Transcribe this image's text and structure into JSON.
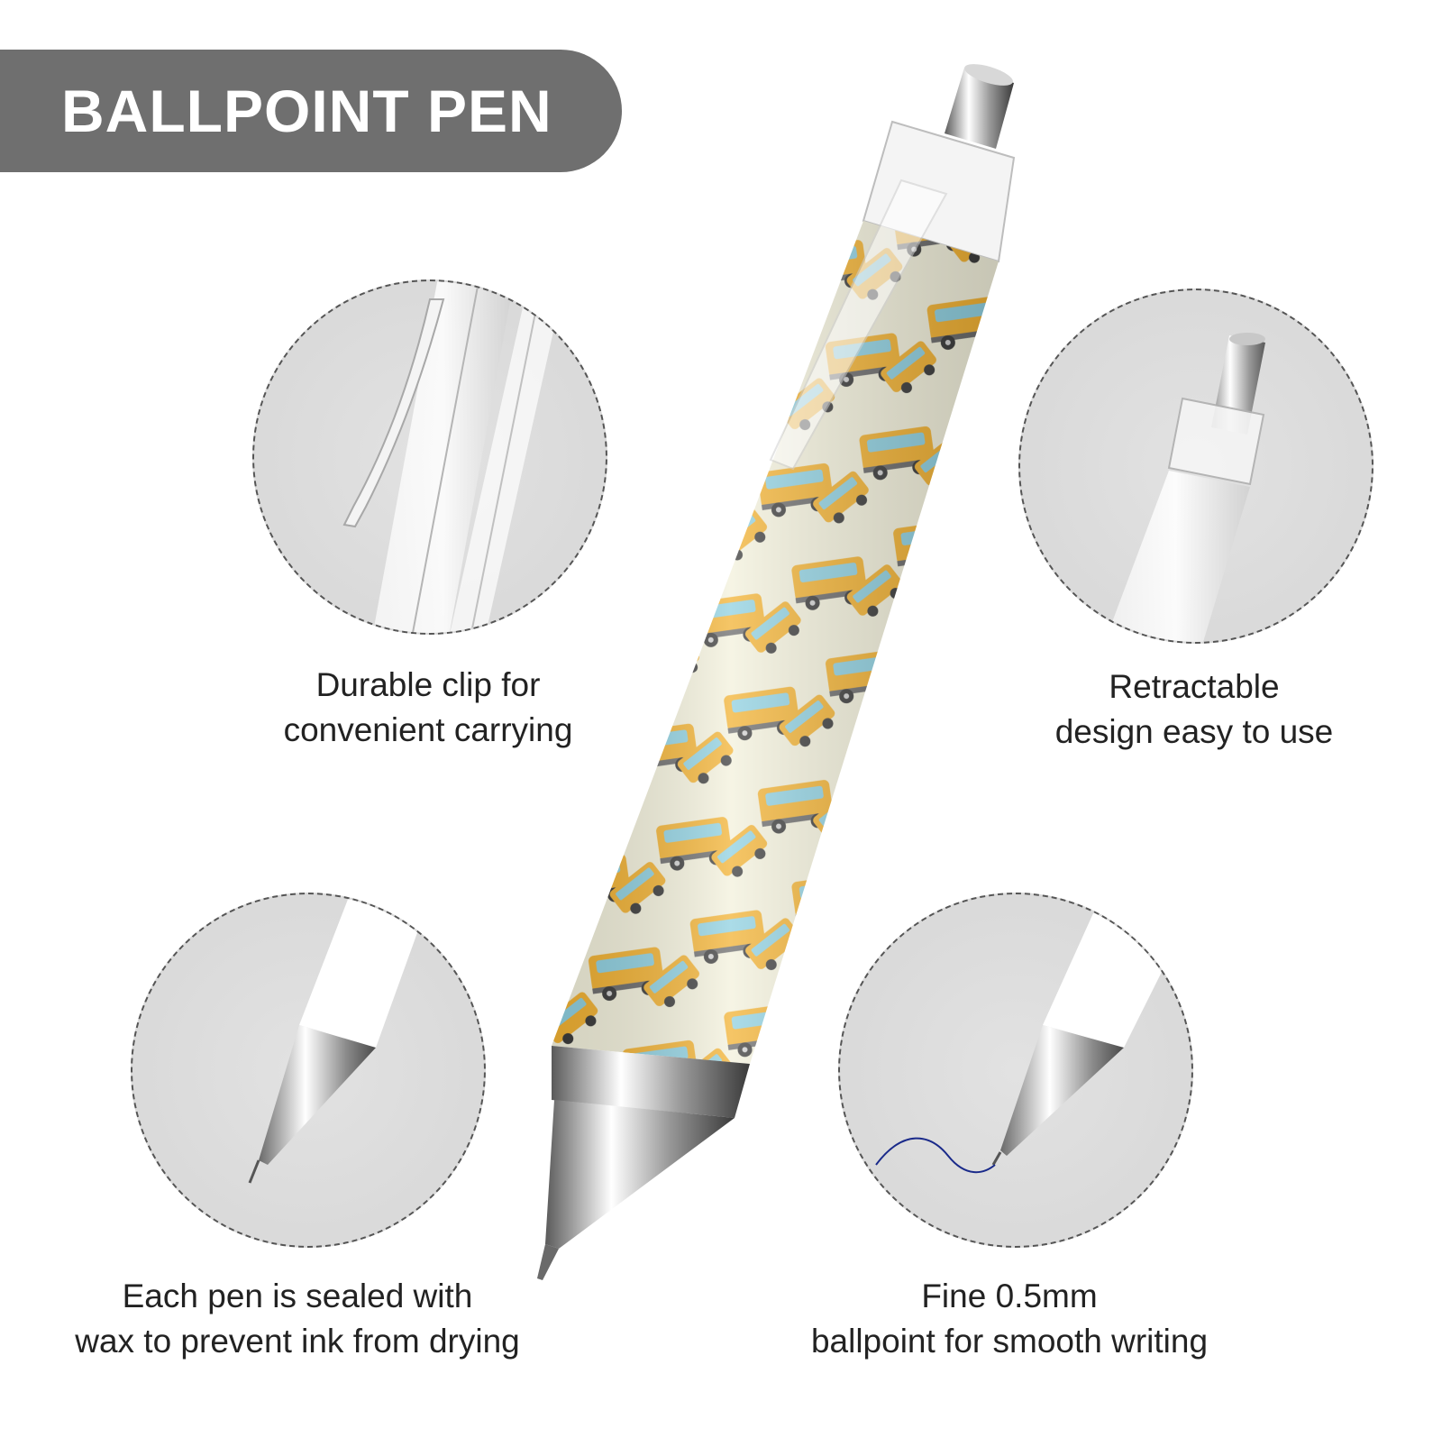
{
  "banner": {
    "title": "BALLPOINT PEN"
  },
  "features": [
    {
      "name": "clip",
      "lines": [
        "Durable clip for",
        "convenient carrying"
      ]
    },
    {
      "name": "retractable",
      "lines": [
        "Retractable",
        "design easy to use"
      ]
    },
    {
      "name": "wax-sealed",
      "lines": [
        "Each pen is sealed with",
        "wax to prevent ink from drying"
      ]
    },
    {
      "name": "fine-tip",
      "lines": [
        "Fine 0.5mm",
        "ballpoint for smooth writing"
      ]
    }
  ],
  "colors": {
    "banner": "#6f6f6f",
    "bus_yellow": "#f2b233",
    "bus_window": "#8fd0e0",
    "barrel_bg": "#f3f1dc",
    "ink_line": "#1a2a8a"
  },
  "icons": [
    "pen-clip-icon",
    "pen-button-icon",
    "pen-tip-icon",
    "pen-tip-writing-icon",
    "ballpoint-pen-icon"
  ]
}
